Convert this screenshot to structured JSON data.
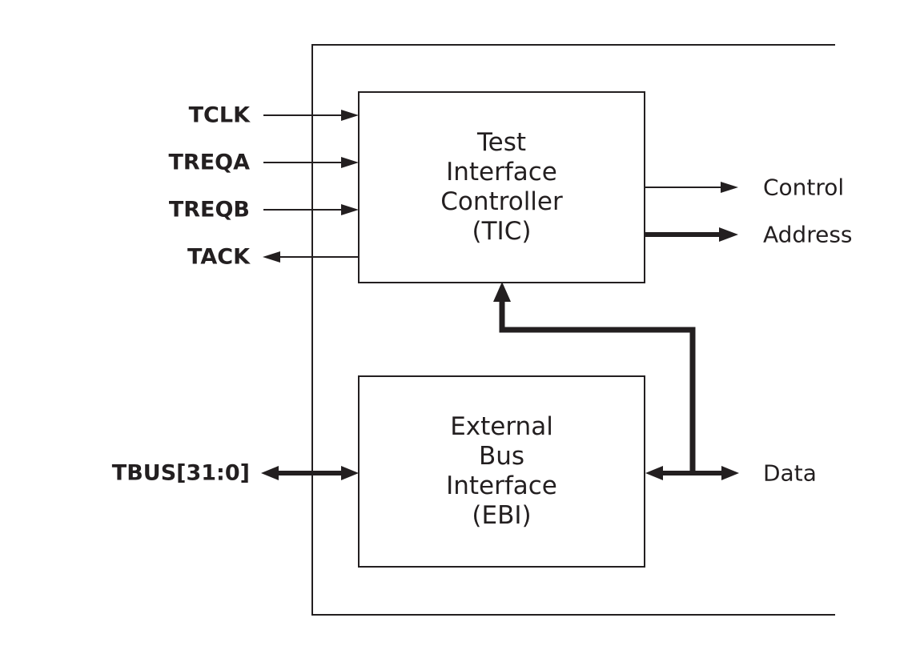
{
  "diagram": {
    "blocks": [
      {
        "id": "tic",
        "lines": [
          "Test",
          "Interface",
          "Controller",
          "(TIC)"
        ]
      },
      {
        "id": "ebi",
        "lines": [
          "External",
          "Bus",
          "Interface",
          "(EBI)"
        ]
      }
    ],
    "left_signals": [
      {
        "label": "TCLK",
        "direction": "in",
        "weight": "thin"
      },
      {
        "label": "TREQA",
        "direction": "in",
        "weight": "thin"
      },
      {
        "label": "TREQB",
        "direction": "in",
        "weight": "thin"
      },
      {
        "label": "TACK",
        "direction": "out",
        "weight": "thin"
      },
      {
        "label": "TBUS[31:0]",
        "direction": "bidirectional",
        "weight": "thick"
      }
    ],
    "right_signals": [
      {
        "label": "Control",
        "direction": "out",
        "weight": "thin"
      },
      {
        "label": "Address",
        "direction": "out",
        "weight": "thick"
      },
      {
        "label": "Data",
        "direction": "bidirectional",
        "weight": "thick"
      }
    ],
    "colors": {
      "line": "#231f20",
      "text": "#231f20",
      "background": "#ffffff"
    }
  }
}
